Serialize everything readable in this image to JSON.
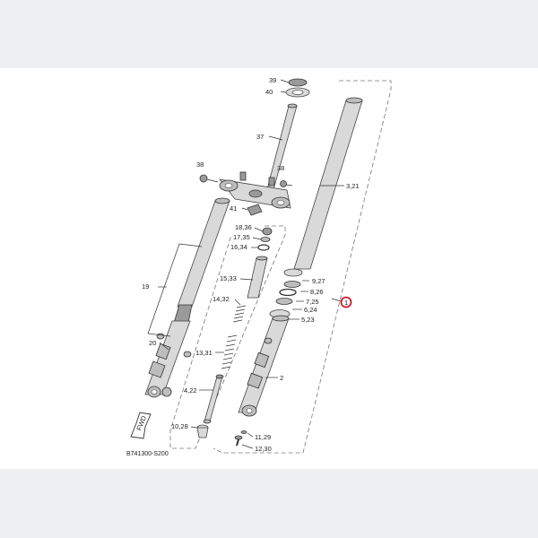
{
  "labels": {
    "l39": "39",
    "l40": "40",
    "l37": "37",
    "l38a": "38",
    "l38b": "38",
    "l41": "41",
    "l321": "3,21",
    "l1836": "18,36",
    "l1735": "17,35",
    "l1634": "16,34",
    "l1533": "15,33",
    "l1432": "14,32",
    "l1331": "13,31",
    "l422": "4,22",
    "l1028": "10,28",
    "l19": "19",
    "l20": "20",
    "l927": "9,27",
    "l826": "8,26",
    "l725": "7,25",
    "l624": "6,24",
    "l523": "5,23",
    "l2": "2",
    "l1129": "11,29",
    "l1230": "12,30",
    "l1": "1"
  },
  "fwd_text": "FWD",
  "diagram_code": "B741300-S200",
  "colors": {
    "highlight": "#d0021b",
    "sheet_bg": "#ffffff",
    "page_bg": "#eef0f1"
  }
}
